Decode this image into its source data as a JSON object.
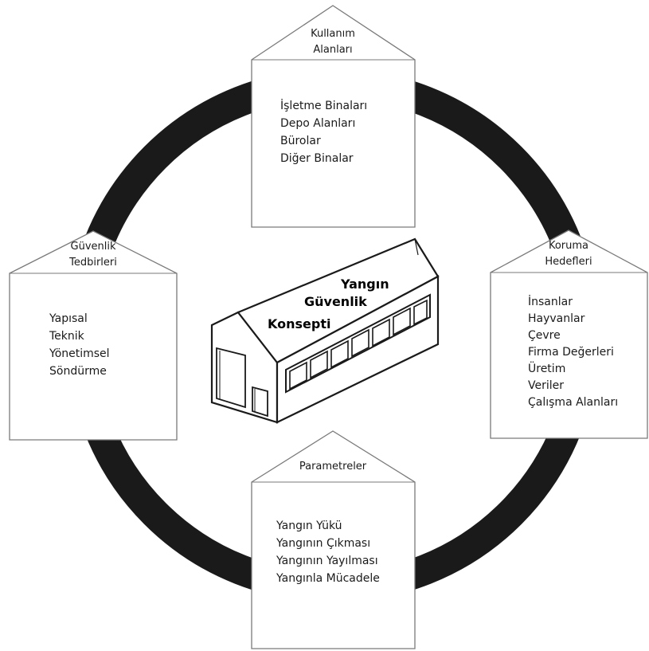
{
  "center": {
    "line1": "Yangın",
    "line2": "Güvenlik",
    "line3": "Konsepti"
  },
  "top": {
    "title1": "Kullanım",
    "title2": "Alanları",
    "items": [
      "İşletme Binaları",
      "Depo Alanları",
      "Bürolar",
      "Diğer Binalar"
    ]
  },
  "left": {
    "title1": "Güvenlik",
    "title2": "Tedbirleri",
    "items": [
      "Yapısal",
      "Teknik",
      "Yönetimsel",
      "Söndürme"
    ]
  },
  "right": {
    "title1": "Koruma",
    "title2": "Hedefleri",
    "items": [
      "İnsanlar",
      "Hayvanlar",
      "Çevre",
      "Firma Değerleri",
      "Üretim",
      "Veriler",
      "Çalışma Alanları"
    ]
  },
  "bottom": {
    "title1": "Parametreler",
    "items": [
      "Yangın Yükü",
      "Yangının Çıkması",
      "Yangının Yayılması",
      "Yangınla Mücadele"
    ]
  }
}
